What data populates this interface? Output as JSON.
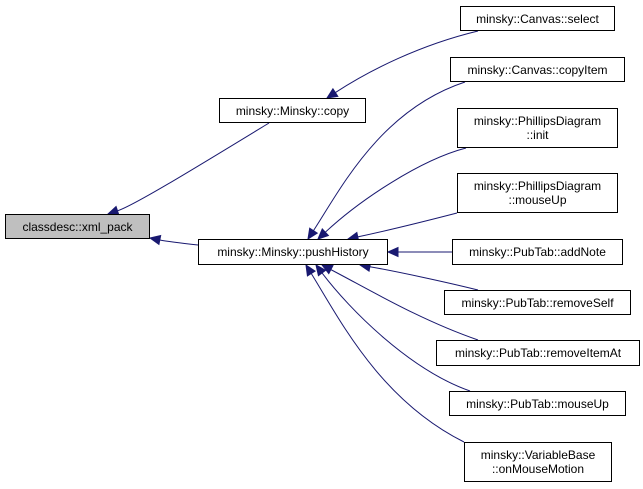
{
  "diagram": {
    "type": "doxygen-caller-graph",
    "colors": {
      "edge": "#191970",
      "root_fill": "#bfbfbf",
      "node_fill": "#ffffff",
      "border": "#000000"
    },
    "nodes": [
      {
        "id": "xml_pack",
        "lines": [
          "classdesc::xml_pack"
        ],
        "root": true
      },
      {
        "id": "copy",
        "lines": [
          "minsky::Minsky::copy"
        ]
      },
      {
        "id": "pushHistory",
        "lines": [
          "minsky::Minsky::pushHistory"
        ]
      },
      {
        "id": "select",
        "lines": [
          "minsky::Canvas::select"
        ]
      },
      {
        "id": "copyItem",
        "lines": [
          "minsky::Canvas::copyItem"
        ]
      },
      {
        "id": "pd_init",
        "lines": [
          "minsky::PhillipsDiagram",
          "::init"
        ]
      },
      {
        "id": "pd_mouseUp",
        "lines": [
          "minsky::PhillipsDiagram",
          "::mouseUp"
        ]
      },
      {
        "id": "addNote",
        "lines": [
          "minsky::PubTab::addNote"
        ]
      },
      {
        "id": "removeSelf",
        "lines": [
          "minsky::PubTab::removeSelf"
        ]
      },
      {
        "id": "removeItemAt",
        "lines": [
          "minsky::PubTab::removeItemAt"
        ]
      },
      {
        "id": "pt_mouseUp",
        "lines": [
          "minsky::PubTab::mouseUp"
        ]
      },
      {
        "id": "onMouseMotion",
        "lines": [
          "minsky::VariableBase",
          "::onMouseMotion"
        ]
      }
    ],
    "edges": [
      {
        "from": "copy",
        "to": "xml_pack"
      },
      {
        "from": "pushHistory",
        "to": "xml_pack"
      },
      {
        "from": "select",
        "to": "copy"
      },
      {
        "from": "copyItem",
        "to": "pushHistory"
      },
      {
        "from": "pd_init",
        "to": "pushHistory"
      },
      {
        "from": "pd_mouseUp",
        "to": "pushHistory"
      },
      {
        "from": "addNote",
        "to": "pushHistory"
      },
      {
        "from": "removeSelf",
        "to": "pushHistory"
      },
      {
        "from": "removeItemAt",
        "to": "pushHistory"
      },
      {
        "from": "pt_mouseUp",
        "to": "pushHistory"
      },
      {
        "from": "onMouseMotion",
        "to": "pushHistory"
      }
    ]
  }
}
